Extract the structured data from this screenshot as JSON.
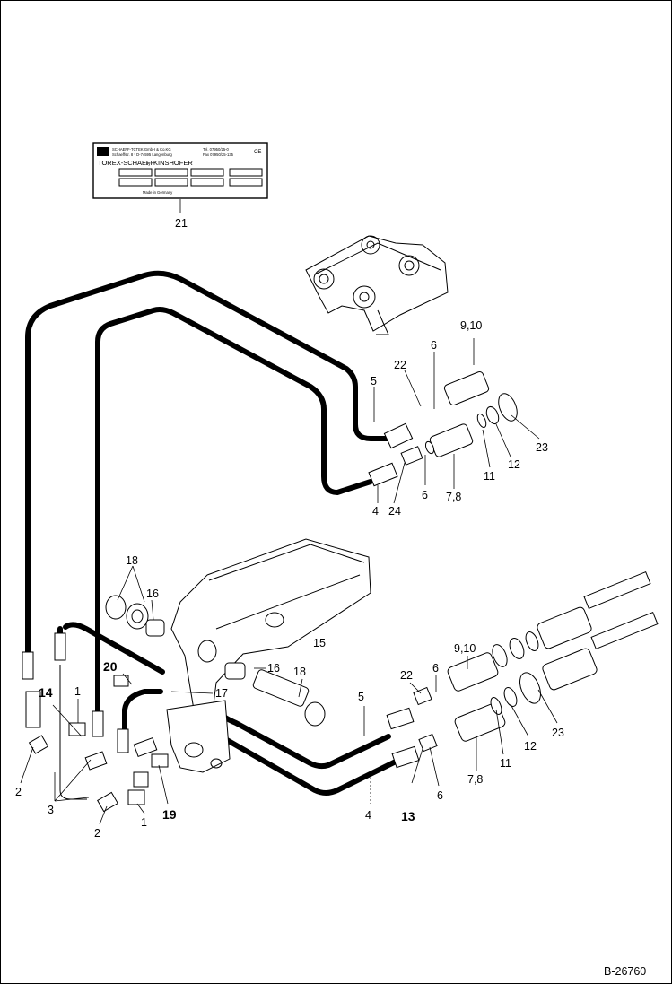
{
  "nameplate": {
    "line1": "SCHAEFF-TCTEK GmbH & Co.KG",
    "line1_right": "Tel. 07950/25-0",
    "line2": "Schaeffstr. 8 * D-74595 Langenburg",
    "line2_right": "Fax 07950/25-135",
    "mark": "CE",
    "brand_left": "TOREX-SCHAEFF",
    "brand_by": "by",
    "brand_right": "KINSHOFER",
    "footer": "Made in Germany"
  },
  "callouts": {
    "n21": "21",
    "n9_10_top": "9,10",
    "n6_top": "6",
    "n22_top": "22",
    "n5_top": "5",
    "n23_top": "23",
    "n12_top": "12",
    "n11_top": "11",
    "n7_8_top": "7,8",
    "n6_top_lower": "6",
    "n24": "24",
    "n4_top": "4",
    "n18_left": "18",
    "n16_left": "16",
    "n15": "15",
    "n20": "20",
    "n16_right": "16",
    "n18_right": "18",
    "n17": "17",
    "n14": "14",
    "n1_left": "1",
    "n2_left": "2",
    "n3": "3",
    "n2_bottom": "2",
    "n1_bottom": "1",
    "n19": "19",
    "n9_10_bottom": "9,10",
    "n22_bottom": "22",
    "n6_bottom": "6",
    "n5_bottom": "5",
    "n23_bottom": "23",
    "n12_bottom": "12",
    "n11_bottom": "11",
    "n7_8_bottom": "7,8",
    "n6_bottom_lower": "6",
    "n13": "13",
    "n4_bottom": "4"
  },
  "doc_number": "B-26760"
}
